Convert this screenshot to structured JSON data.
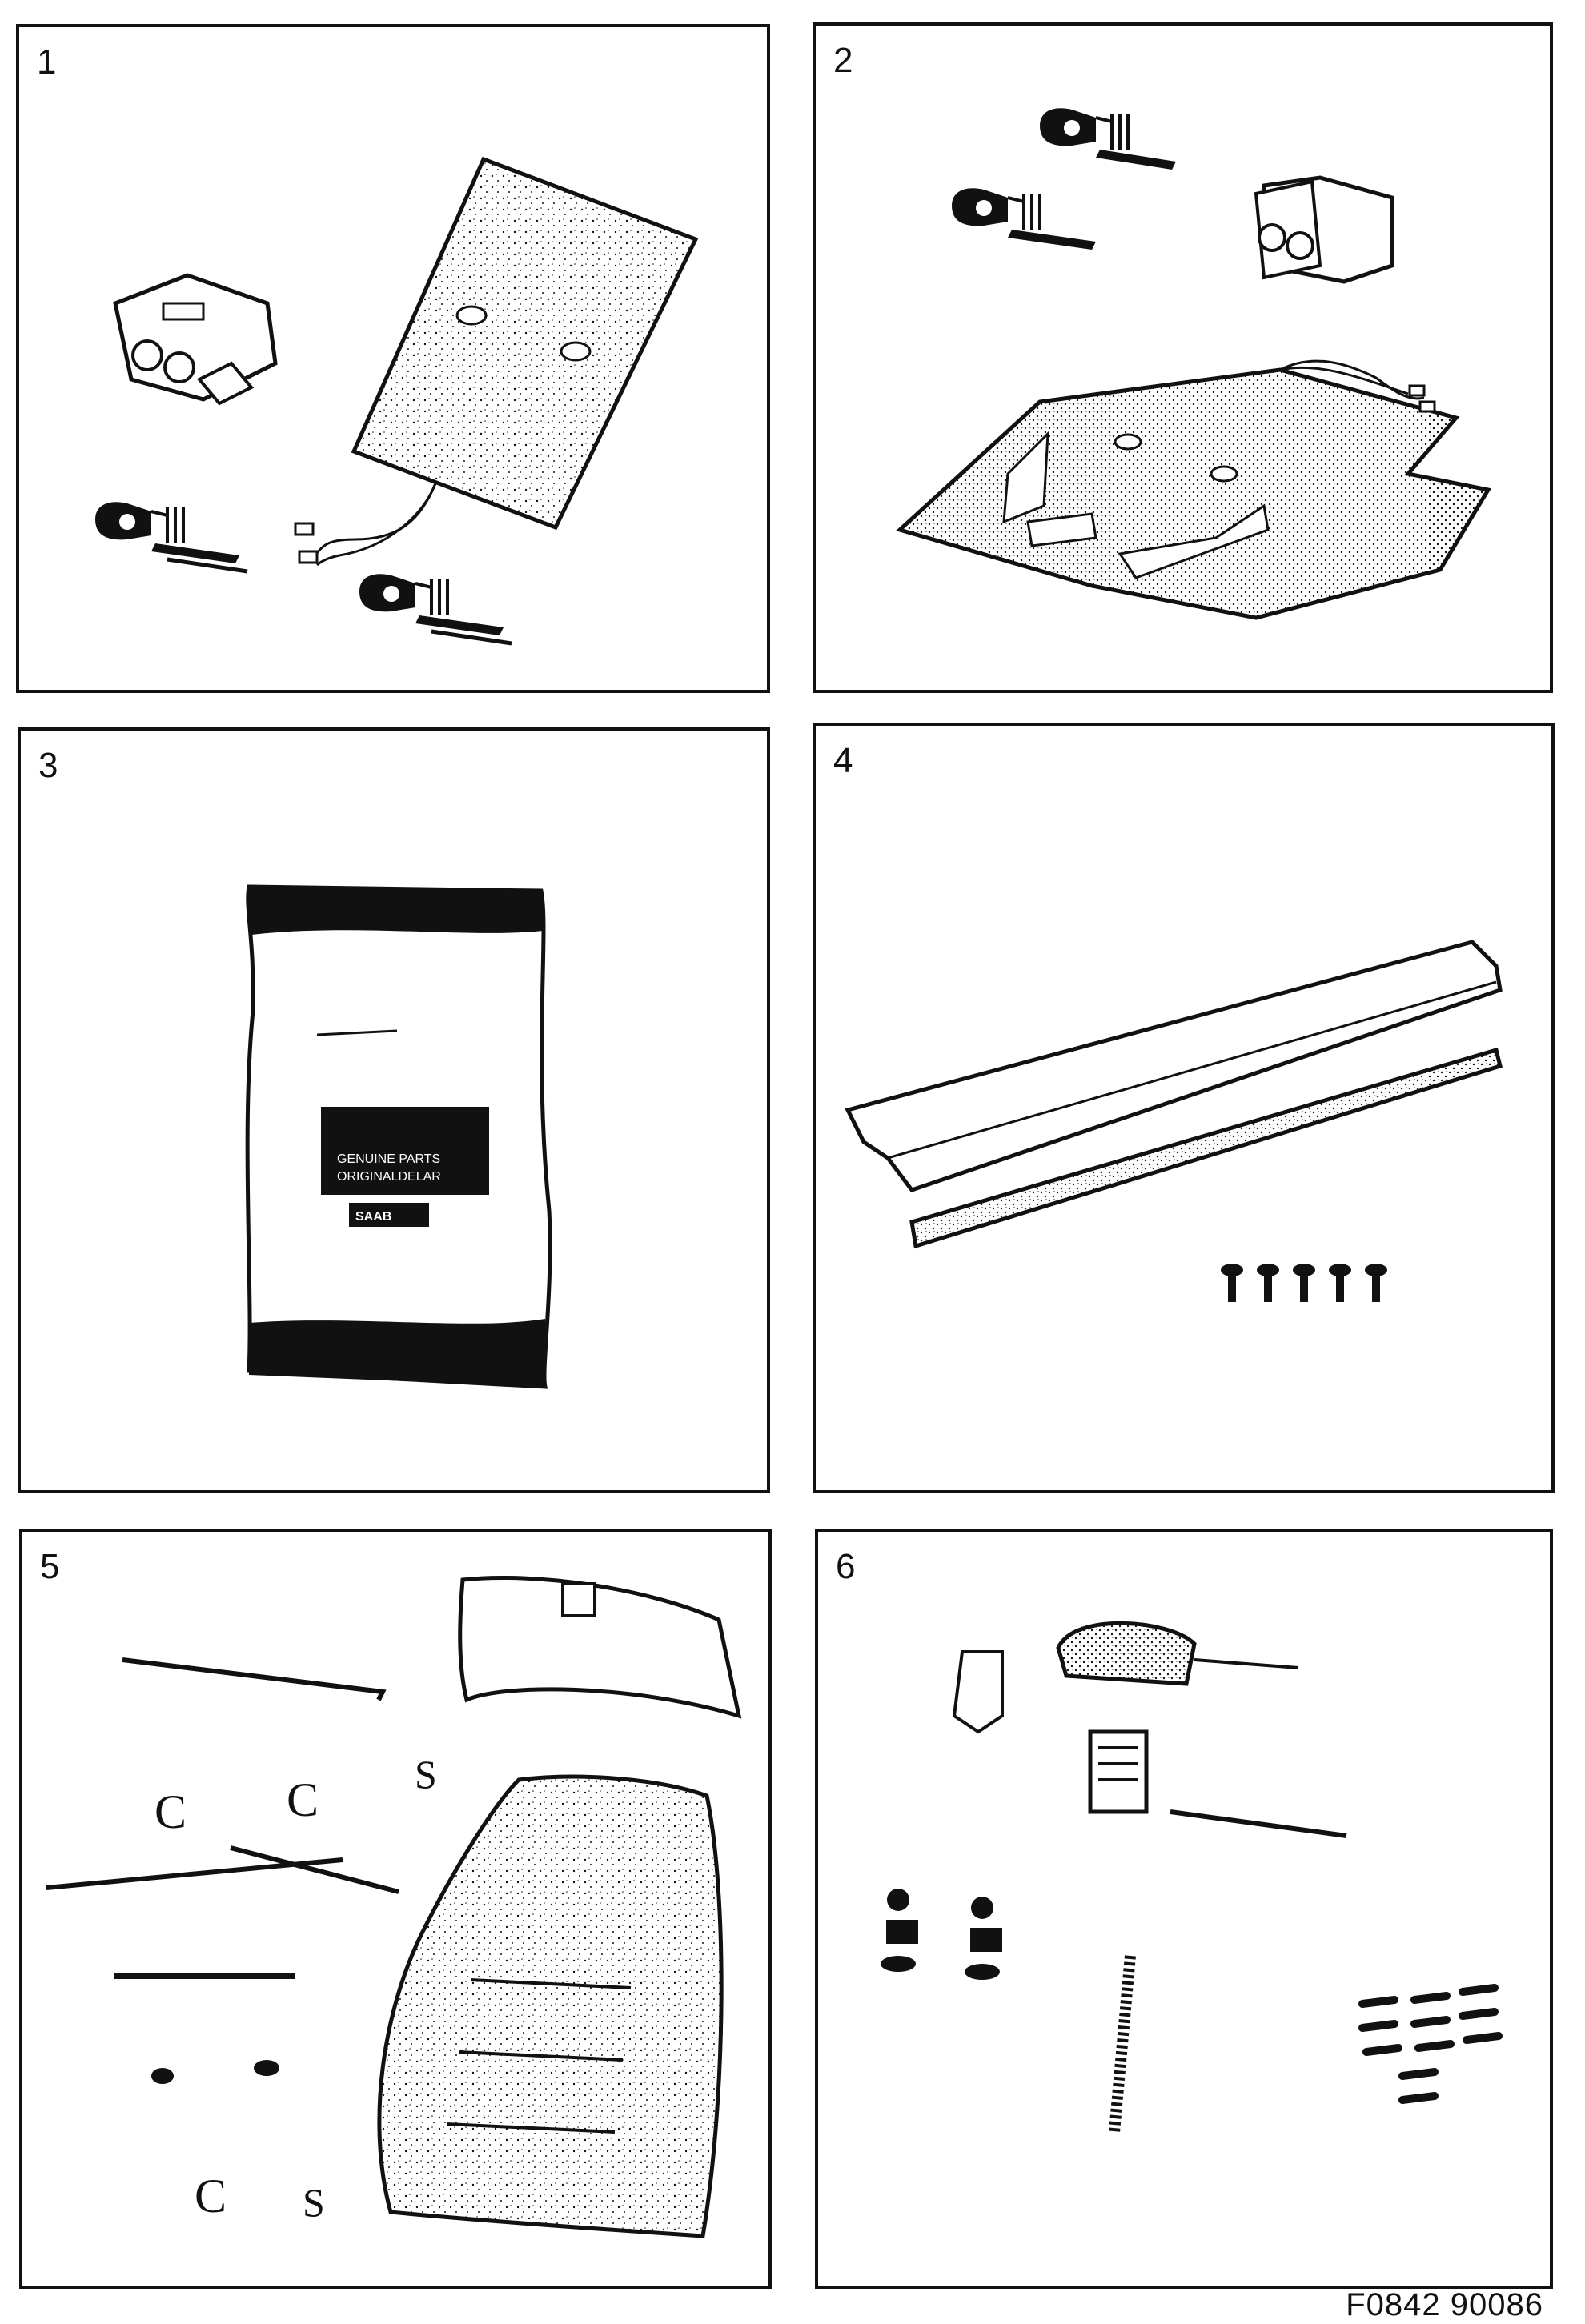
{
  "panels": [
    {
      "number": "1"
    },
    {
      "number": "2"
    },
    {
      "number": "3",
      "label_lines": [
        "GENUINE PARTS",
        "ORIGINALDELAR",
        "SAAB"
      ]
    },
    {
      "number": "4"
    },
    {
      "number": "5"
    },
    {
      "number": "6"
    }
  ],
  "figure_code": "F0842 90086",
  "colors": {
    "ink": "#111111",
    "paper": "#ffffff"
  }
}
